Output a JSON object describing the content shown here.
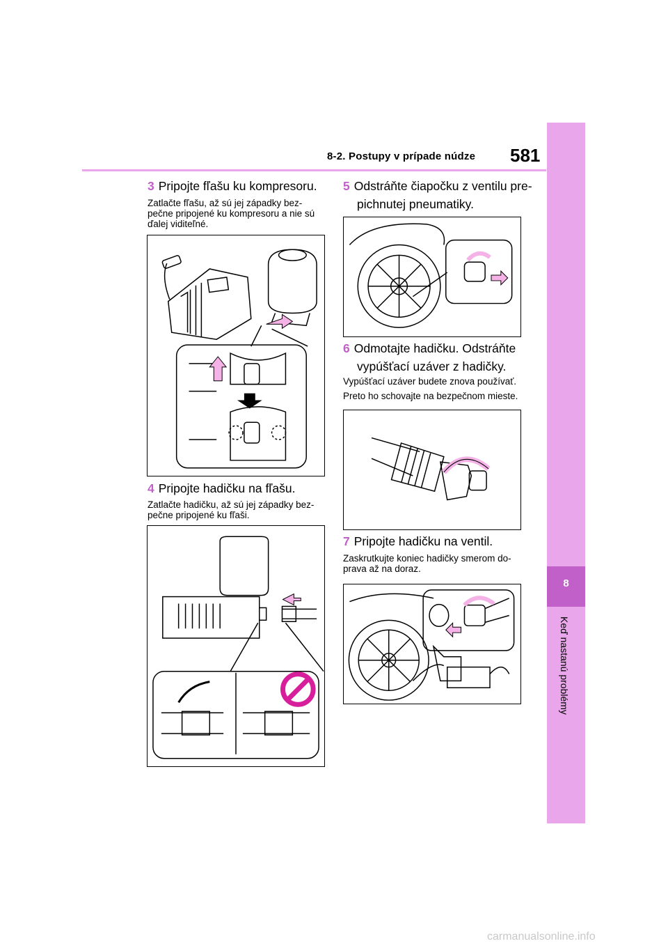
{
  "header": {
    "section": "8-2. Postupy v prípade núdze",
    "page_number": "581"
  },
  "sidebar": {
    "chapter_number": "8",
    "chapter_title": "Keď nastanú problémy"
  },
  "steps": [
    {
      "num": "3",
      "title": "Pripojte fľašu ku kompresoru.",
      "note": [
        "Zatlačte fľašu, až sú jej západky bez-",
        "pečne pripojené ku kompresoru a nie sú",
        "ďalej viditeľné."
      ]
    },
    {
      "num": "4",
      "title": "Pripojte hadičku na fľašu.",
      "note": [
        "Zatlačte hadičku, až sú jej západky bez-",
        "pečne pripojené ku fľaši."
      ]
    },
    {
      "num": "5",
      "title_lines": [
        "Odstráňte čiapočku z ventilu pre-",
        "pichnutej pneumatiky."
      ]
    },
    {
      "num": "6",
      "title_lines": [
        "Odmotajte hadičku. Odstráňte",
        "vypúšťací uzáver z hadičky."
      ],
      "note": [
        "Vypúšťací uzáver budete znova používať.",
        "Preto ho schovajte na bezpečnom mieste."
      ]
    },
    {
      "num": "7",
      "title": "Pripojte hadičku na ventil.",
      "note": [
        "Zaskrutkujte koniec hadičky smerom do-",
        "prava až na doraz."
      ]
    }
  ],
  "watermark": "carmanualsonline.info",
  "colors": {
    "accent": "#c060c8",
    "sidebar": "#e9a6ea",
    "arrow": "#f4b2e6"
  }
}
